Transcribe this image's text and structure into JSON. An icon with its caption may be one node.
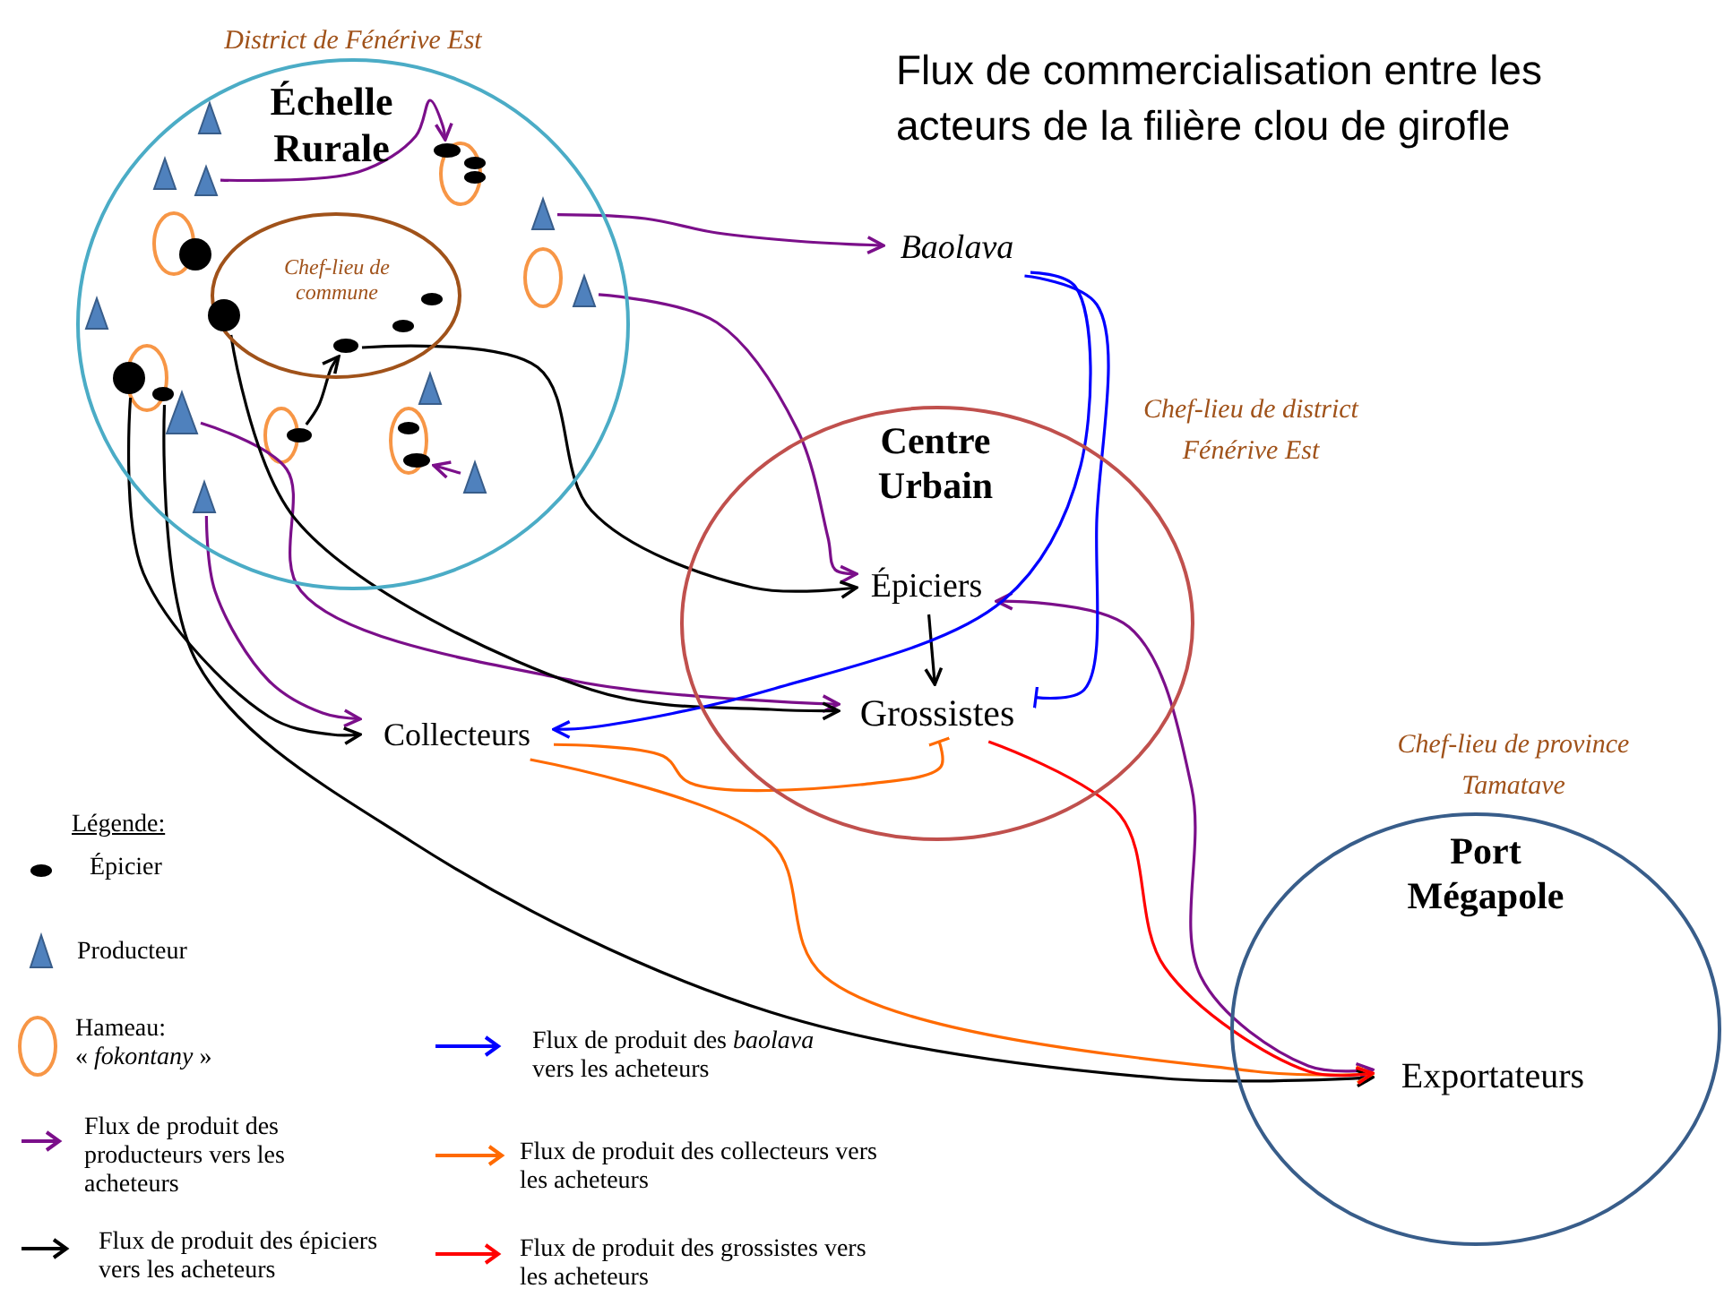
{
  "diagram": {
    "title": "Flux de commercialisation entre les acteurs de la filière clou de girofle",
    "nodes": [
      {
        "text": [
          "Échelle Rurale"
        ],
        "beside": [
          "District de Fénérive Est"
        ]
      },
      {
        "text": [
          "Chef-lieu de commune"
        ],
        "in": 0
      },
      {
        "text": [
          "Centre Urbain"
        ],
        "beside": [
          "Chef-lieu de district Fénérive Est"
        ]
      },
      {
        "text": [
          "Port Mégapole"
        ],
        "beside": [
          "Chef-lieu de province Tamatave"
        ]
      },
      {
        "text": [
          "Baolava"
        ]
      },
      {
        "text": [
          "Épiciers"
        ],
        "in": 2
      },
      {
        "text": [
          "Grossistes"
        ],
        "in": 2
      },
      {
        "text": [
          "Collecteurs"
        ]
      },
      {
        "text": [
          "Exportateurs"
        ],
        "in": 3
      },
      {
        "text": [],
        "shape": "triangle",
        "in": 0
      },
      {
        "text": [],
        "shape": "triangle",
        "in": 0
      },
      {
        "text": [],
        "shape": "triangle",
        "in": 0
      },
      {
        "text": [],
        "shape": "triangle",
        "in": 0
      },
      {
        "text": [],
        "shape": "triangle",
        "in": 0
      },
      {
        "text": [],
        "shape": "triangle",
        "in": 0
      },
      {
        "text": [],
        "shape": "dot",
        "in": 0
      },
      {
        "text": [],
        "shape": "dot",
        "in": 0
      },
      {
        "text": [],
        "shape": "dot",
        "in": 0
      },
      {
        "text": [],
        "shape": "dot",
        "in": 1
      },
      {
        "text": [],
        "shape": "dot",
        "in": 0
      },
      {
        "text": [],
        "shape": "dot",
        "in": 0
      },
      {
        "text": [],
        "shape": "dot",
        "in": 0
      }
    ],
    "edges": [
      {
        "from": 9,
        "to": 15,
        "arrow": "to"
      },
      {
        "from": 10,
        "to": 4,
        "arrow": "to"
      },
      {
        "from": 11,
        "to": 5,
        "arrow": "to"
      },
      {
        "from": 14,
        "to": 16,
        "arrow": "to"
      },
      {
        "from": 13,
        "to": 7,
        "arrow": "to"
      },
      {
        "from": 12,
        "to": 6,
        "arrow": "to"
      },
      {
        "from": 5,
        "to": 8,
        "arrow": "both"
      },
      {
        "from": 17,
        "to": 18,
        "arrow": "to",
        "color": "#000000"
      },
      {
        "from": 18,
        "to": 5,
        "arrow": "to",
        "color": "#000000"
      },
      {
        "from": 19,
        "to": 6,
        "arrow": "to",
        "color": "#000000"
      },
      {
        "from": 20,
        "to": 7,
        "arrow": "to",
        "color": "#000000"
      },
      {
        "from": 21,
        "to": 8,
        "arrow": "to",
        "color": "#000000"
      },
      {
        "from": 5,
        "to": 6,
        "arrow": "to",
        "color": "#000000"
      },
      {
        "from": 4,
        "to": 7,
        "arrow": "to",
        "color": "#0000ff"
      },
      {
        "from": 4,
        "to": 6,
        "arrow": "other",
        "color": "#0000ff"
      },
      {
        "from": 7,
        "to": 6,
        "arrow": "other",
        "color": "#ff6a00"
      },
      {
        "from": 7,
        "to": 8,
        "arrow": "to",
        "color": "#ff6a00"
      },
      {
        "from": 6,
        "to": 8,
        "arrow": "to",
        "color": "#ff0000"
      }
    ],
    "labels": [
      "Légende:"
    ],
    "legend": [
      {
        "text": "Épicier"
      },
      {
        "text": "Producteur"
      },
      {
        "text": "Hameau: « *fokontany* »"
      },
      {
        "text": "Flux de produit des producteurs vers les acheteurs"
      },
      {
        "text": "Flux de produit des épiciers vers les acheteurs"
      },
      {
        "text": "Flux de produit des *baolava* vers les acheteurs"
      },
      {
        "text": "Flux de produit des collecteurs vers les acheteurs"
      },
      {
        "text": "Flux de produit des grossistes vers les acheteurs"
      }
    ]
  }
}
